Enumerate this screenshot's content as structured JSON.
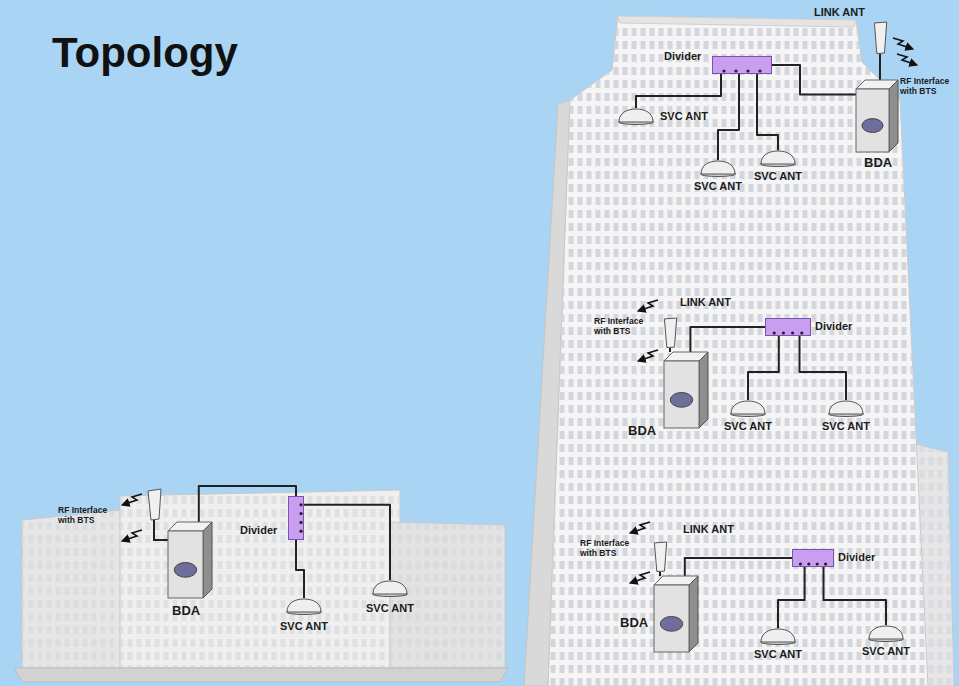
{
  "diagram": {
    "title": "Topology",
    "nodes": [
      {
        "text": [
          "SVC ANT"
        ]
      },
      {
        "text": [
          "Divider"
        ]
      },
      {
        "text": [
          "LINK ANT"
        ]
      },
      {
        "text": [
          "BDA"
        ]
      },
      {
        "text": [
          "SVC ANT"
        ]
      },
      {
        "text": [
          "SVC ANT"
        ]
      },
      {
        "text": [
          "LINK ANT"
        ]
      },
      {
        "text": [
          "BDA"
        ]
      },
      {
        "text": [
          "Divider"
        ]
      },
      {
        "text": [
          "SVC ANT"
        ]
      },
      {
        "text": [
          "SVC ANT"
        ]
      },
      {
        "text": [
          "LINK ANT"
        ]
      },
      {
        "text": [
          "BDA"
        ]
      },
      {
        "text": [
          "Divider"
        ]
      },
      {
        "text": [
          "SVC ANT"
        ]
      },
      {
        "text": [
          "SVC ANT"
        ]
      },
      {
        "text": [
          "BDA"
        ]
      },
      {
        "text": [
          "Divider"
        ]
      },
      {
        "text": [
          "SVC ANT"
        ]
      },
      {
        "text": [
          "SVC ANT"
        ]
      }
    ],
    "edges": [
      {
        "from": 2,
        "to": 3,
        "arrow": "none"
      },
      {
        "from": 3,
        "to": 1,
        "arrow": "none"
      },
      {
        "from": 1,
        "to": 0,
        "arrow": "none"
      },
      {
        "from": 1,
        "to": 4,
        "arrow": "none"
      },
      {
        "from": 1,
        "to": 5,
        "arrow": "none"
      },
      {
        "from": 6,
        "to": 7,
        "arrow": "none"
      },
      {
        "from": 7,
        "to": 8,
        "arrow": "none"
      },
      {
        "from": 8,
        "to": 9,
        "arrow": "none"
      },
      {
        "from": 8,
        "to": 10,
        "arrow": "none"
      },
      {
        "from": 11,
        "to": 12,
        "arrow": "none"
      },
      {
        "from": 12,
        "to": 13,
        "arrow": "none"
      },
      {
        "from": 13,
        "to": 14,
        "arrow": "none"
      },
      {
        "from": 13,
        "to": 15,
        "arrow": "none"
      },
      {
        "from": 16,
        "to": 17,
        "arrow": "none"
      },
      {
        "from": 17,
        "to": 18,
        "arrow": "none"
      },
      {
        "from": 17,
        "to": 19,
        "arrow": "none"
      }
    ],
    "labels": [
      "RF Interface with BTS",
      "RF Interface with BTS",
      "RF Interface with BTS",
      "RF Interface with BTS"
    ]
  }
}
